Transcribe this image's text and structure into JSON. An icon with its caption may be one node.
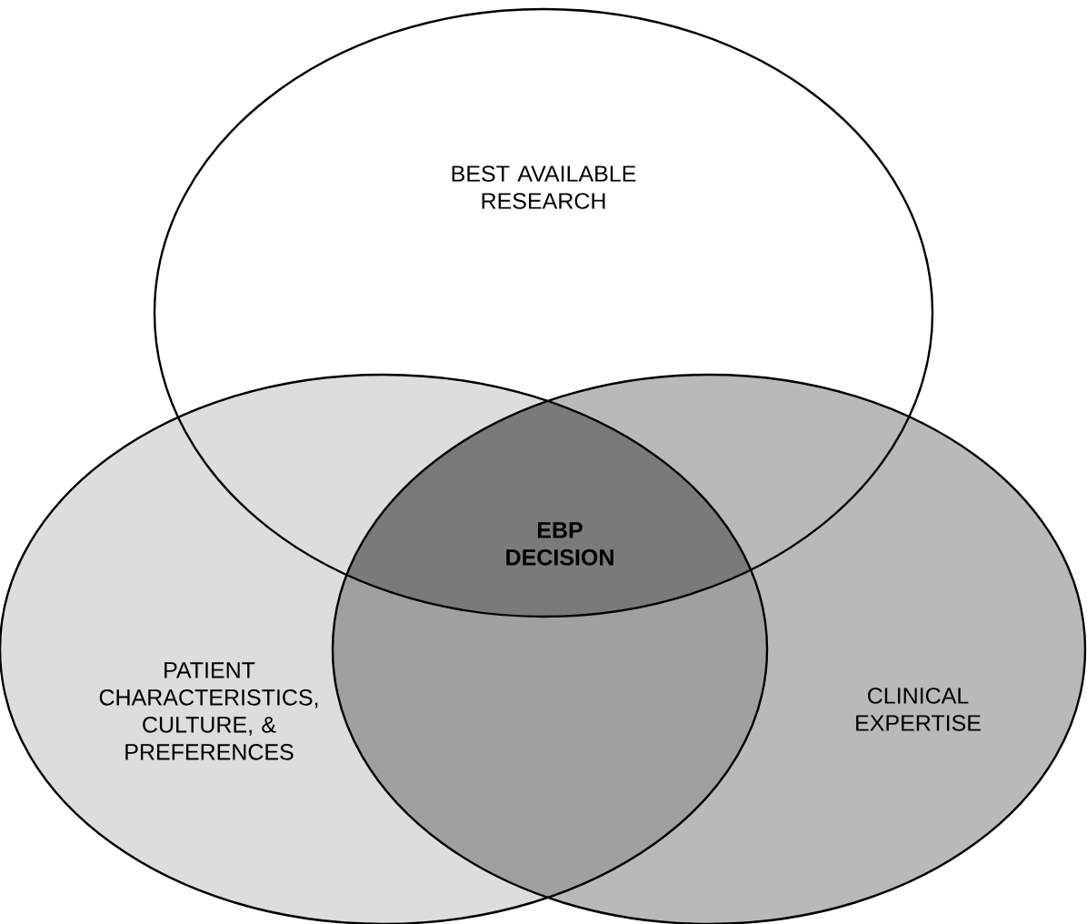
{
  "diagram": {
    "nodes": [
      {
        "text": [
          "BEST AVAILABLE RESEARCH"
        ]
      },
      {
        "text": [
          "PATIENT CHARACTERISTICS, CULTURE, & PREFERENCES"
        ]
      },
      {
        "text": [
          "CLINICAL EXPERTISE"
        ]
      }
    ],
    "labels": [
      "EBP DECISION"
    ]
  }
}
